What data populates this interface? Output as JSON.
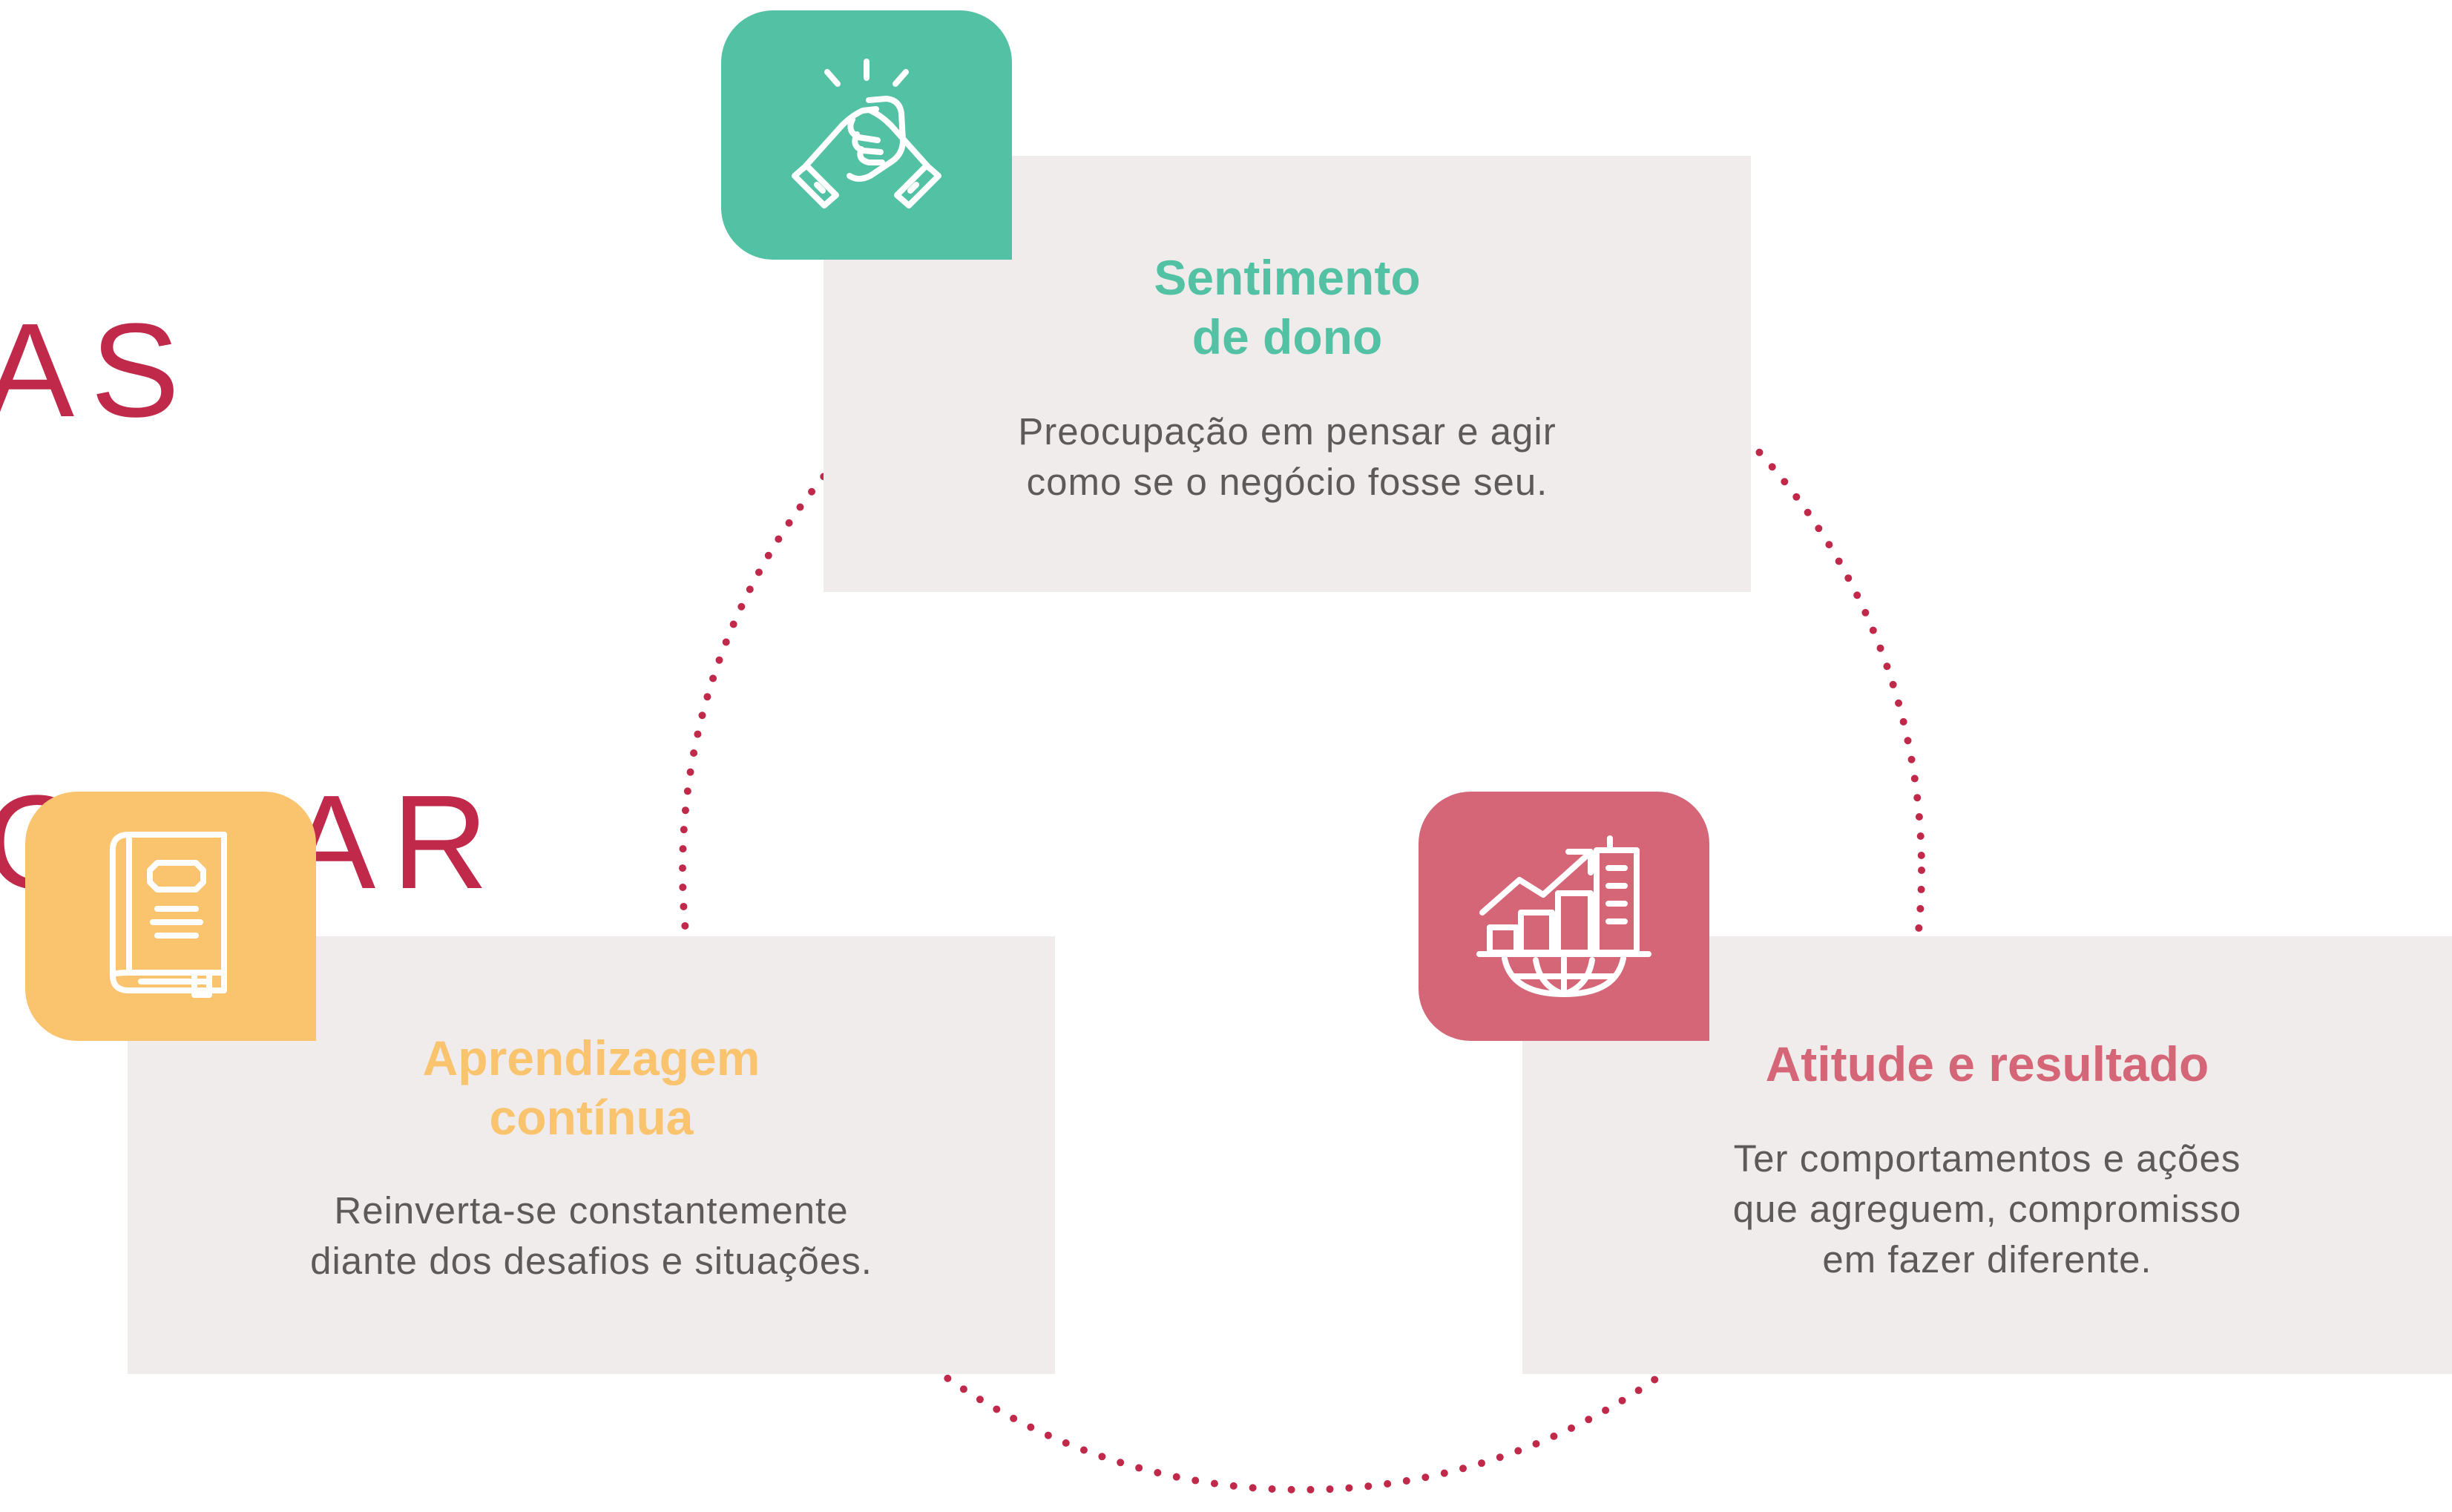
{
  "heading": {
    "lines": [
      "AS",
      "OLFAR"
    ],
    "color": "#c0294a"
  },
  "colors": {
    "dotted_ring": "#c0294a",
    "card_background": "#efeceb",
    "description_text": "#5e5a5b",
    "icon_stroke": "#ffffff"
  },
  "cards": [
    {
      "title_lines": [
        "Sentimento",
        "de dono"
      ],
      "description_lines": [
        "Preocupação em pensar e agir",
        "como se o negócio fosse seu."
      ],
      "accent": "#52c1a4",
      "icon": "handshake-icon"
    },
    {
      "title_lines": [
        "Aprendizagem",
        "contínua"
      ],
      "description_lines": [
        "Reinverta-se constantemente",
        "diante dos desafios e situações."
      ],
      "accent": "#fac36d",
      "icon": "book-icon"
    },
    {
      "title_lines": [
        "Atitude e resultado"
      ],
      "description_lines": [
        "Ter comportamentos e ações",
        "que agreguem, compromisso",
        "em fazer diferente."
      ],
      "accent": "#d46677",
      "icon": "growth-city-icon"
    }
  ]
}
